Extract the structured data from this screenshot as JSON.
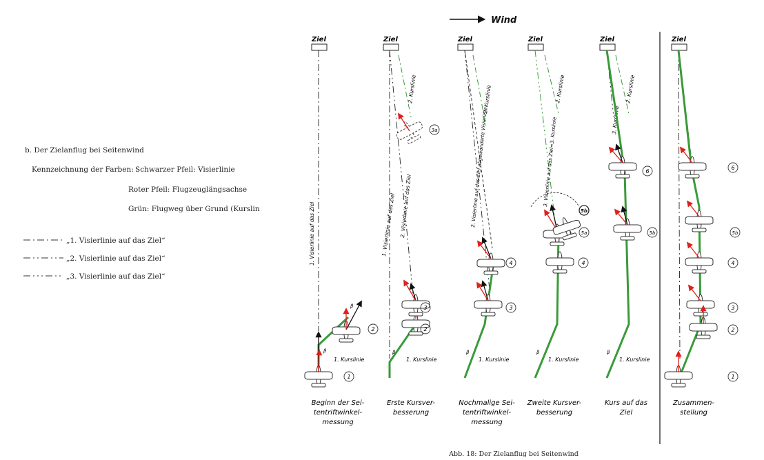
{
  "legend": {
    "heading": "b. Der Zielanflug bei Seitenwind",
    "colors_label": "Kennzeichnung der Farben:",
    "black_arrow": "Schwarzer Pfeil: Visierlinie",
    "red_arrow": "Roter Pfeil: Flugzeuglängsachse",
    "green": "Grün: Flugweg über Grund (Kurslin",
    "line1": "„1. Visierlinie auf das Ziel“",
    "line2": "„2. Visierlinie auf das Ziel“",
    "line3": "„3. Visierlinie auf das Ziel“"
  },
  "wind_label": "Wind",
  "target_label": "Ziel",
  "caption": "Abb. 18: Der Zielanflug bei Seitenwind",
  "labels": {
    "vis1": "1. Visierlinie auf das Ziel",
    "vis2": "2. Visierlinie auf das Ziel",
    "vis2_moved": "2. Visierlinie auf das Ziel abgewanderte Visierlinie",
    "vis3": "3. Visierlinie auf das Ziel=3. Kurslinie",
    "kurs1": "1. Kurslinie",
    "kurs2": "2. Kurslinie",
    "kurs3": "3. Kurslinie",
    "beta": "β",
    "n1": "1",
    "n2": "2",
    "n3": "3",
    "n3a": "3a",
    "n4": "4",
    "n5a": "5a",
    "n5b": "5b",
    "n6": "6"
  },
  "panels": [
    {
      "title": [
        "Beginn der Sei-",
        "tentriftwinkel-",
        "messung"
      ]
    },
    {
      "title": [
        "Erste Kursver-",
        "besserung"
      ]
    },
    {
      "title": [
        "Nochmalige Sei-",
        "tentriftwinkel-",
        "messung"
      ]
    },
    {
      "title": [
        "Zweite Kursver-",
        "besserung"
      ]
    },
    {
      "title": [
        "Kurs auf das",
        "Ziel"
      ]
    },
    {
      "title": [
        "Zusammen-",
        "stellung"
      ]
    }
  ],
  "colors": {
    "sight_arrow": "#111111",
    "axis_arrow": "#e0201a",
    "ground_track": "#3a9a3a"
  }
}
